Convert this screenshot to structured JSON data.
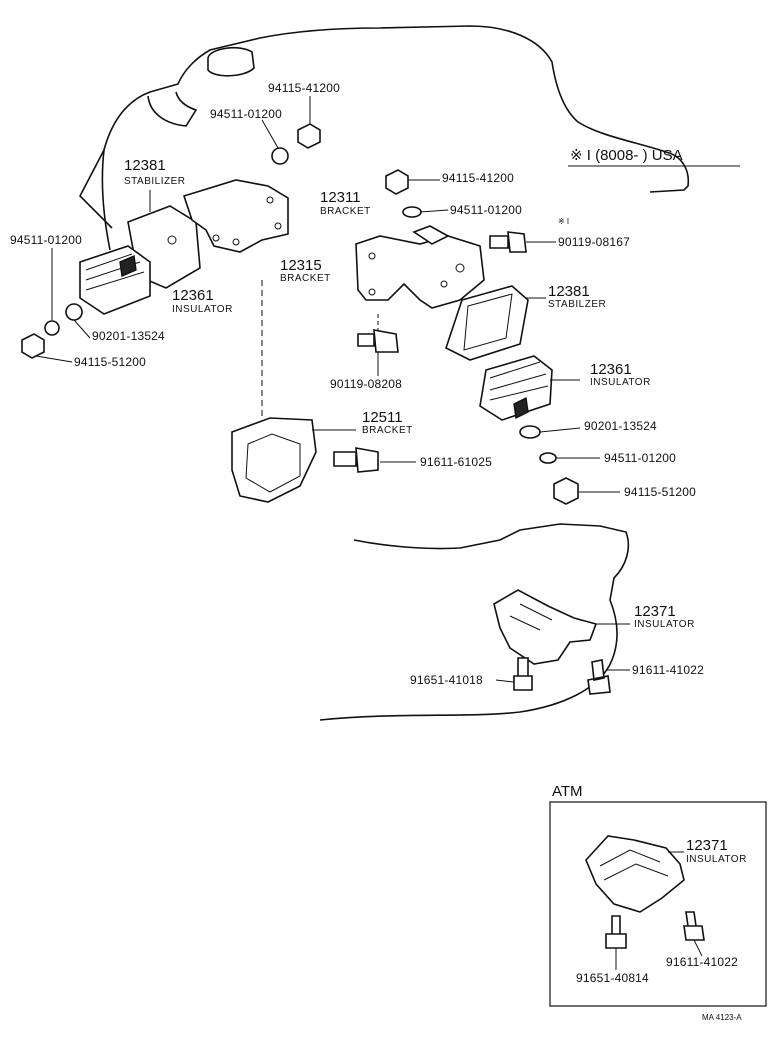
{
  "diagram": {
    "usa_note": "※ I (8008-        ) USA",
    "usa_mark": "※ I",
    "atm_title": "ATM",
    "figure_id": "MA 4123-A",
    "callouts": {
      "p_94115_41200_top": "94115-41200",
      "p_94511_01200_top": "94511-01200",
      "p_12381_left_num": "12381",
      "p_12381_left_desc": "STABILIZER",
      "p_12311_num": "12311",
      "p_12311_desc": "BRACKET",
      "p_94115_41200_mid": "94115-41200",
      "p_94511_01200_mid": "94511-01200",
      "p_90119_08167": "90119-08167",
      "p_94511_01200_left": "94511-01200",
      "p_12361_left_num": "12361",
      "p_12361_left_desc": "INSULATOR",
      "p_90201_13524_left": "90201-13524",
      "p_94115_51200_left": "94115-51200",
      "p_12315_num": "12315",
      "p_12315_desc": "BRACKET",
      "p_12381_right_num": "12381",
      "p_12381_right_desc": "STABILZER",
      "p_90119_08208": "90119-08208",
      "p_12361_right_num": "12361",
      "p_12361_right_desc": "INSULATOR",
      "p_12511_num": "12511",
      "p_12511_desc": "BRACKET",
      "p_90201_13524_right": "90201-13524",
      "p_91611_61025": "91611-61025",
      "p_94511_01200_right": "94511-01200",
      "p_94115_51200_right": "94115-51200",
      "p_12371_num": "12371",
      "p_12371_desc": "INSULATOR",
      "p_91611_41022": "91611-41022",
      "p_91651_41018": "91651-41018",
      "atm_12371_num": "12371",
      "atm_12371_desc": "INSULATOR",
      "atm_91651_40814": "91651-40814",
      "atm_91611_41022": "91611-41022"
    }
  }
}
